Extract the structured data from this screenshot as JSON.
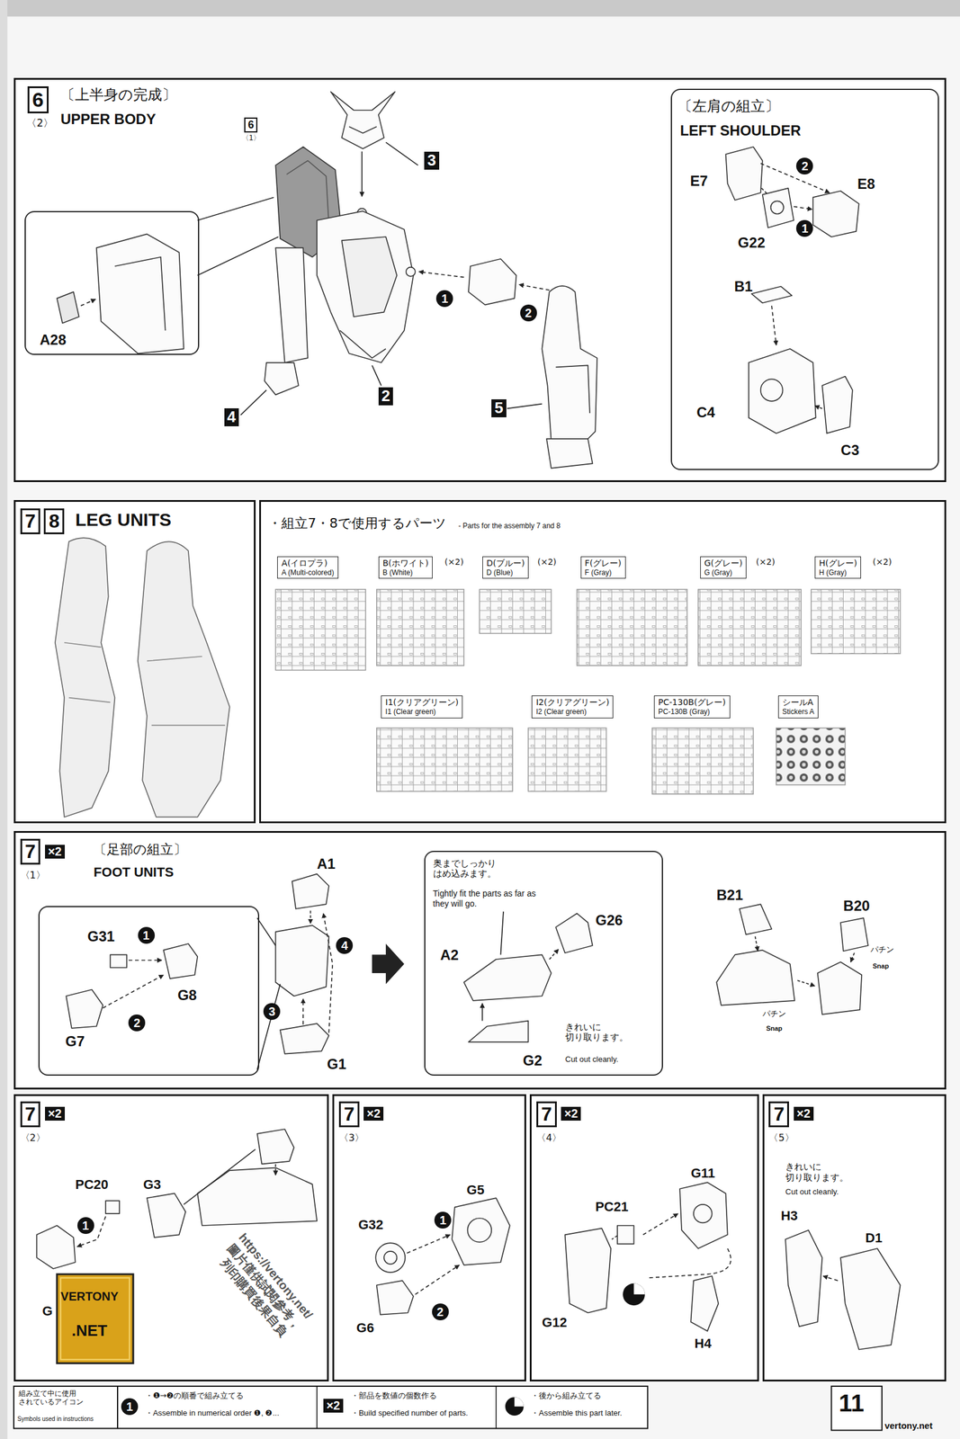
{
  "diagram": {
    "nodes": [
      {
        "text": [
          "6",
          "〈2〉",
          "〔上半身の完成〕",
          "UPPER BODY"
        ]
      },
      {
        "text": [
          "A28"
        ],
        "in": 0
      },
      {
        "text": [
          "〔左肩の組立〕",
          "LEFT SHOULDER",
          "E7",
          "G22",
          "E8",
          "B1",
          "C4",
          "C3"
        ],
        "in": 0
      },
      {
        "text": [
          "7",
          "8",
          "LEG UNITS"
        ]
      },
      {
        "text": [
          "・組立7・8で使用するパーツ",
          "- Parts for the assembly 7 and 8"
        ]
      },
      {
        "text": [
          "A(イロプラ)",
          "A (Multi-colored)"
        ],
        "in": 4
      },
      {
        "text": [
          "B(ホワイト)",
          "B (White)"
        ],
        "in": 4
      },
      {
        "text": [
          "D(ブルー)",
          "D (Blue)"
        ],
        "in": 4
      },
      {
        "text": [
          "F(グレー)",
          "F (Gray)"
        ],
        "in": 4
      },
      {
        "text": [
          "G(グレー)",
          "G (Gray)"
        ],
        "in": 4
      },
      {
        "text": [
          "H(グレー)",
          "H (Gray)"
        ],
        "in": 4
      },
      {
        "text": [
          "I1(クリアグリーン)",
          "I1 (Clear green)"
        ],
        "in": 4
      },
      {
        "text": [
          "I2(クリアグリーン)",
          "I2 (Clear green)"
        ],
        "in": 4
      },
      {
        "text": [
          "PC-130B(グレー)",
          "PC-130B (Gray)"
        ],
        "in": 4
      },
      {
        "text": [
          "シールA",
          "Stickers A"
        ],
        "in": 4
      },
      {
        "text": [
          "7",
          "×2",
          "〈1〉",
          "〔足部の組立〕",
          "FOOT UNITS"
        ]
      },
      {
        "text": [
          "G31",
          "G8",
          "G7"
        ],
        "in": 15
      },
      {
        "text": [
          "奥までしっかり はめ込みます。",
          "Tightly fit the parts as far as they will go.",
          "G26",
          "A2",
          "G2",
          "きれいに 切り取ります。",
          "Cut out cleanly."
        ],
        "in": 15
      },
      {
        "text": [
          "7",
          "×2",
          "〈2〉"
        ]
      },
      {
        "text": [
          "7",
          "×2",
          "〈3〉"
        ]
      },
      {
        "text": [
          "7",
          "×2",
          "〈4〉"
        ]
      },
      {
        "text": [
          "7",
          "×2",
          "〈5〉"
        ]
      }
    ],
    "labels": [
      "6",
      "〈1〉",
      "3",
      "2",
      "4",
      "5",
      "1",
      "2",
      "2",
      "1",
      "A1",
      "4",
      "3",
      "G1",
      "1",
      "2",
      "B21",
      "B20",
      "パチン",
      "Snap",
      "パチン",
      "Snap",
      "PC20",
      "G3",
      "1",
      "G",
      "G5",
      "G32",
      "1",
      "2",
      "G6",
      "G11",
      "PC21",
      "G12",
      "H4",
      "きれいに 切り取ります。",
      "Cut out cleanly.",
      "H3",
      "D1",
      "(×2)",
      "(×2)",
      "(×2)",
      "(×2)",
      "https://vertony.net/",
      "圖片僅供試閱參考，",
      "列印購買後果自負",
      "VERTONY",
      ".NET",
      "組み立て中に使用 されているアイコン",
      "Symbols used in instructions",
      "1",
      "×2",
      "11",
      "vertony.net"
    ],
    "legend": [
      {
        "text": "・❶→❷の順番で組み立てる"
      },
      {
        "text": "・Assemble in numerical order ❶, ❷..."
      },
      {
        "text": "・部品を数値の個数作る"
      },
      {
        "text": "・Build specified number of parts."
      },
      {
        "text": "・後から組み立てる"
      },
      {
        "text": "・Assemble this part later."
      }
    ]
  }
}
